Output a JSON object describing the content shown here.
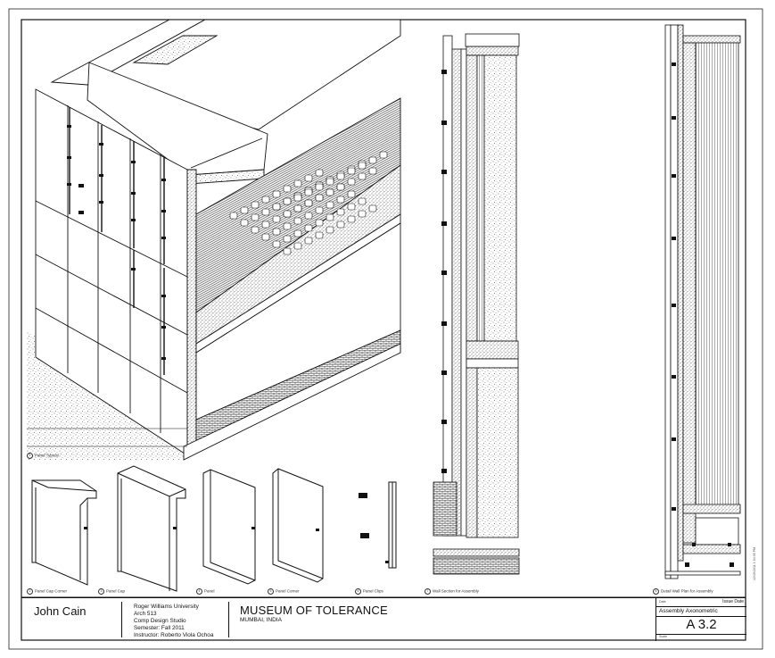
{
  "titleblock": {
    "author": "John Cain",
    "school_lines": [
      "Roger Williams University",
      "Arch 513",
      "Comp Design Studio",
      "Semester: Fall 2011",
      "Instructor: Roberto Viola Ochoa"
    ],
    "project": "MUSEUM OF TOLERANCE",
    "location": "MUMBAI, INDIA",
    "date_label": "Date",
    "issue_label": "Issue Date",
    "sheet_title": "Assembly Axonometric",
    "sheet_number": "A 3.2",
    "scale_label": "Scale"
  },
  "view_labels": [
    {
      "num": "1",
      "text": "Panel Typical"
    },
    {
      "num": "2",
      "text": "Panel Cap Corner"
    },
    {
      "num": "3",
      "text": "Panel Cap"
    },
    {
      "num": "4",
      "text": "Panel"
    },
    {
      "num": "5",
      "text": "Panel Corner"
    },
    {
      "num": "6",
      "text": "Panel Clips"
    },
    {
      "num": "7",
      "text": "Wall Section for Assembly"
    },
    {
      "num": "8",
      "text": "Detail Wall Plan for Assembly"
    }
  ],
  "timestamp": "12/15/2011 1:04:05 PM"
}
